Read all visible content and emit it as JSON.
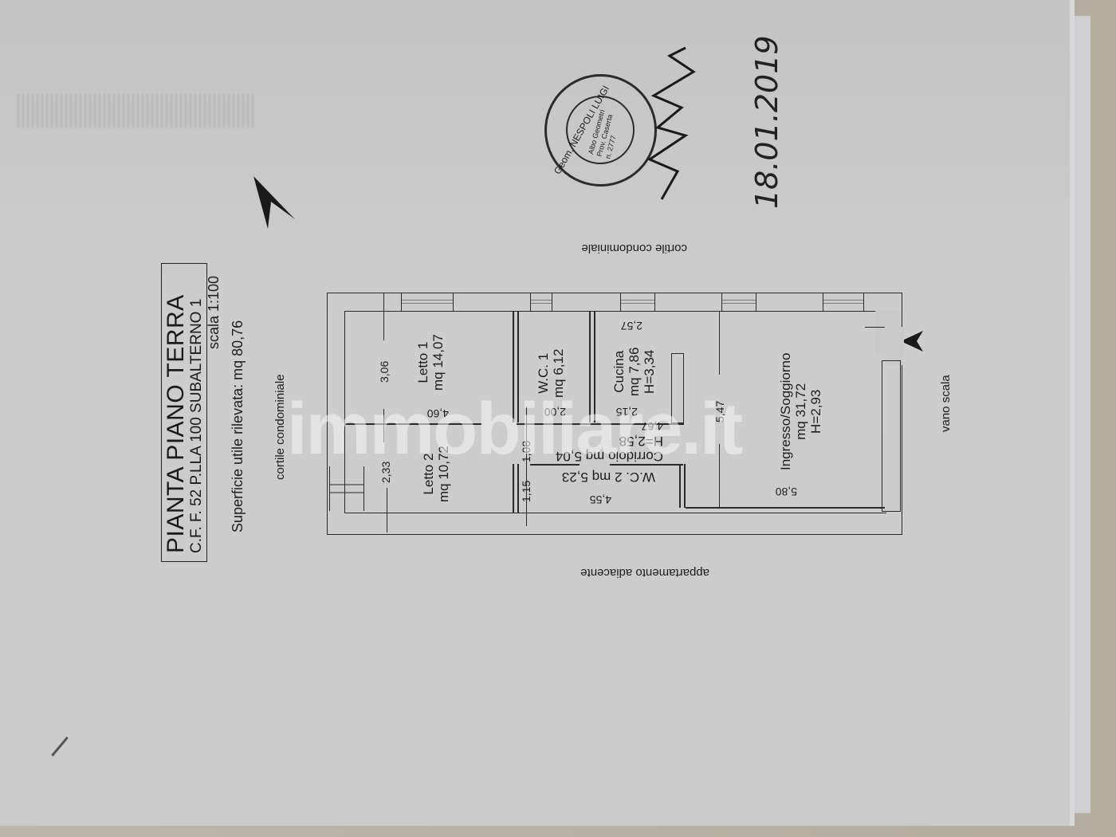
{
  "document": {
    "type": "floor plan (photographed paper sheet, rotated 90° counter-clockwise)",
    "title": "PIANTA PIANO TERRA",
    "cadastral_ref": "C.F. F. 52 P.LLA 100 SUBALTERNO 1",
    "scale": "scala 1:100",
    "surface": "Superficie utile rilevata: mq 80,76",
    "watermark": "immobiliare.it"
  },
  "surroundings": {
    "top": "cortile condominiale",
    "left": "cortile condominiale",
    "bottom": "appartamento adiacente",
    "right": "vano scala"
  },
  "rooms": [
    {
      "name": "Letto 1",
      "area": "mq 14,07"
    },
    {
      "name": "Letto 2",
      "area": "mq 10,72"
    },
    {
      "name": "W.C. 1",
      "area": "mq 6,12"
    },
    {
      "name": "W.C. 2",
      "area": "mq 5,23"
    },
    {
      "name": "Corridoio",
      "area": "mq 5,04",
      "height": "H=2,58"
    },
    {
      "name": "Cucina",
      "area": "mq 7,86",
      "height": "H=3,34"
    },
    {
      "name": "Ingresso/Soggiorno",
      "area": "mq 31,72",
      "height": "H=2,93"
    }
  ],
  "dimensions": {
    "letto1_w": "3,06",
    "letto1_l": "4,60",
    "letto2_w": "2,33",
    "wc1_l": "2,00",
    "cucina_top": "2,57",
    "cucina_bottom": "2,15",
    "corridoio_l": "4,67",
    "corridoio_w": "1,08",
    "wc2_w": "1,15",
    "wc2_l": "4,55",
    "soggiorno_w": "5,47",
    "soggiorno_l": "5,80"
  },
  "stamp": {
    "outer": "Geom. NESPOLI LUIGI",
    "line1": "Albo Geometri",
    "line2": "Prov. Caserta",
    "line3": "n. 2777"
  },
  "signature_date": "18.01.2019",
  "icons": [
    "north-arrow-icon",
    "entrance-arrow-icon",
    "staple"
  ]
}
